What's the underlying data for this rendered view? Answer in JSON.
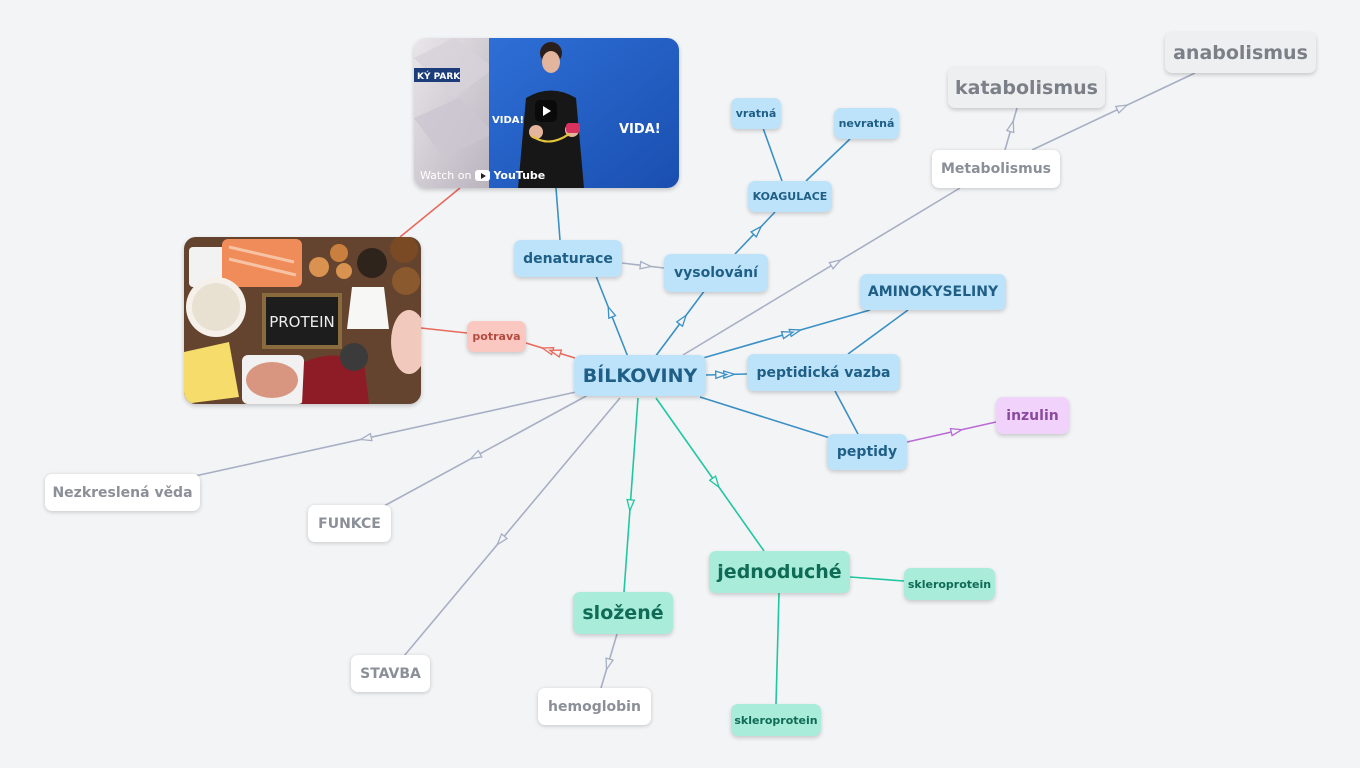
{
  "nodes": {
    "center": "BÍLKOVINY",
    "denaturace": "denaturace",
    "vysolovani": "vysolování",
    "koagulace": "KOAGULACE",
    "vratna": "vratná",
    "nevratna": "nevratná",
    "metabolismus": "Metabolismus",
    "katabolismus": "katabolismus",
    "anabolismus": "anabolismus",
    "aminokyseliny": "AMINOKYSELINY",
    "peptidicka_vazba": "peptidická vazba",
    "peptidy": "peptidy",
    "inzulin": "inzulin",
    "potrava": "potrava",
    "nezkreslena_veda": "Nezkreslená věda",
    "funkce": "FUNKCE",
    "stavba": "STAVBA",
    "slozene": "složené",
    "hemoglobin": "hemoglobin",
    "jednoduche": "jednoduché",
    "skleroprotein_right": "skleroprotein",
    "skleroprotein_bottom": "skleroprotein"
  },
  "video": {
    "watch_on": "Watch on",
    "youtube": "YouTube",
    "banner": "KÝ PARK",
    "brand": "VIDA!"
  },
  "photo": {
    "chalkboard": "PROTEIN"
  },
  "colors": {
    "blue_edge": "#3a90c4",
    "grey_edge": "#a7afc4",
    "teal_edge": "#1fc7a0",
    "red_edge": "#e86a5c",
    "purple_edge": "#b86ad6"
  }
}
